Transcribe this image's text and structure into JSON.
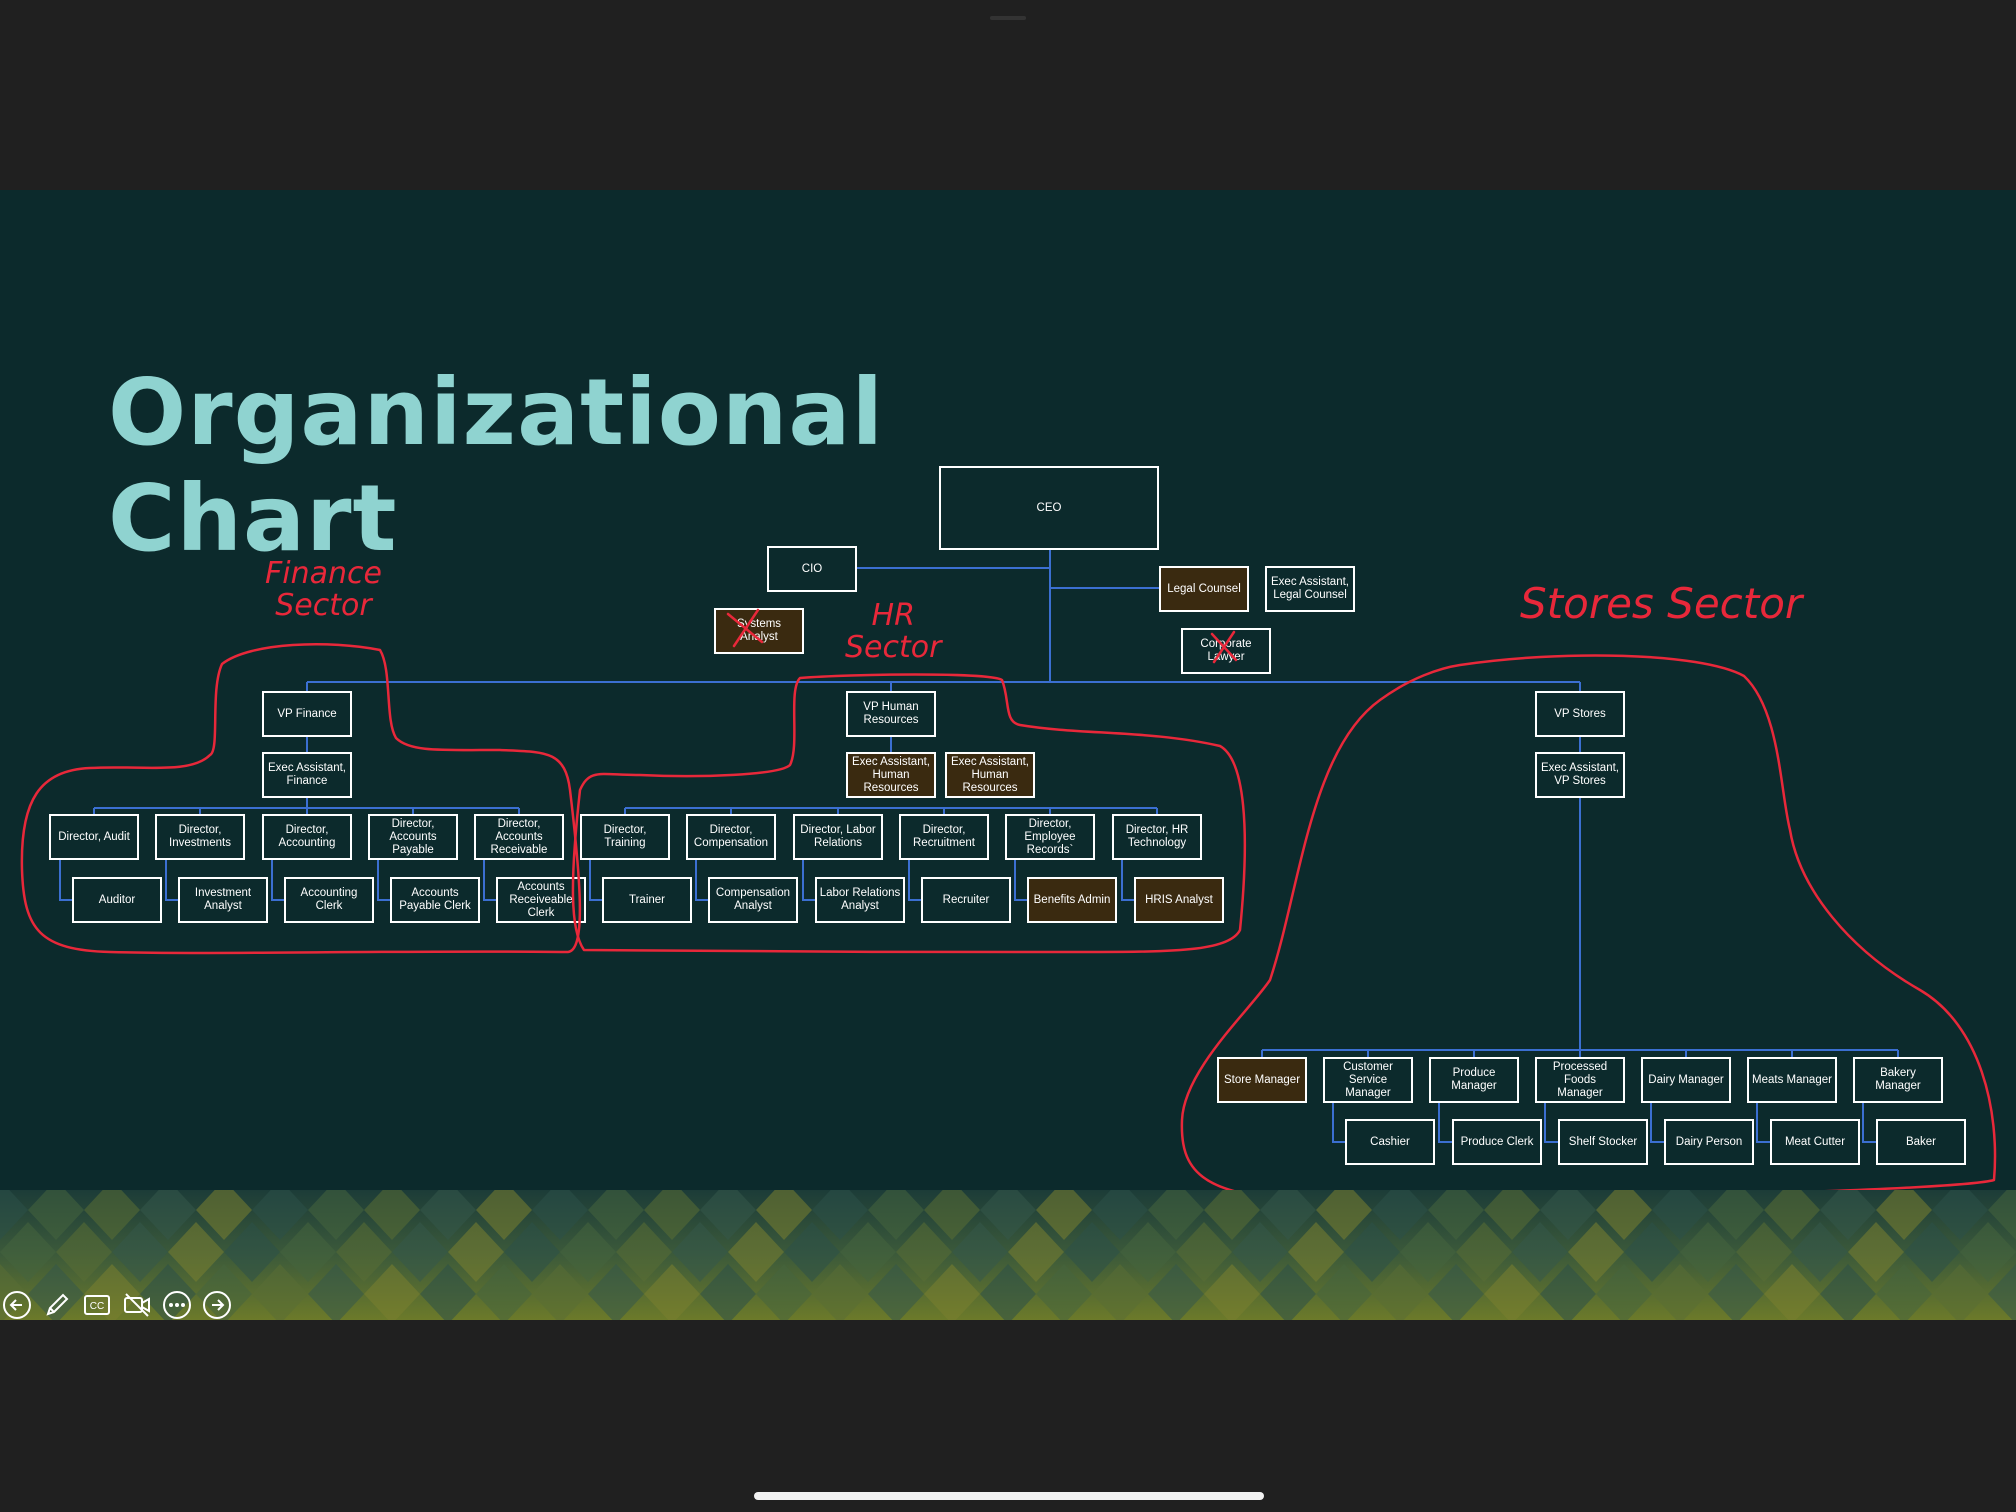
{
  "slide": {
    "title_line1": "Organizational",
    "title_line2": "Chart"
  },
  "annotations": {
    "finance": "Finance\nSector",
    "hr": "HR\nSector",
    "stores": "Stores Sector"
  },
  "nodes": {
    "ceo": "CEO",
    "cio": "CIO",
    "systems_analyst": "Systems Analyst",
    "legal_counsel": "Legal Counsel",
    "exec_legal": "Exec Assistant,\nLegal Counsel",
    "corporate_lawyer": "Corporate\nLawyer",
    "vp_finance": "VP Finance",
    "exec_finance": "Exec Assistant,\nFinance",
    "dir_audit": "Director, Audit",
    "dir_investments": "Director,\nInvestments",
    "dir_accounting": "Director,\nAccounting",
    "dir_ap": "Director,\nAccounts\nPayable",
    "dir_ar": "Director,\nAccounts\nReceivable",
    "auditor": "Auditor",
    "investment_analyst": "Investment\nAnalyst",
    "accounting_clerk": "Accounting Clerk",
    "ap_clerk": "Accounts\nPayable Clerk",
    "ar_clerk": "Accounts\nReceiveable\nClerk",
    "vp_hr": "VP Human\nResources",
    "exec_hr_1": "Exec Assistant,\nHuman\nResources",
    "exec_hr_2": "Exec Assistant,\nHuman\nResources",
    "dir_training": "Director,\nTraining",
    "dir_compensation": "Director,\nCompensation",
    "dir_labor": "Director, Labor\nRelations",
    "dir_recruitment": "Director,\nRecruitment",
    "dir_employee_records": "Director,\nEmployee\nRecords`",
    "dir_hr_tech": "Director, HR\nTechnology",
    "trainer": "Trainer",
    "comp_analyst": "Compensation\nAnalyst",
    "labor_analyst": "Labor Relations\nAnalyst",
    "recruiter": "Recruiter",
    "benefits_admin": "Benefits Admin",
    "hris_analyst": "HRIS Analyst",
    "vp_stores": "VP Stores",
    "exec_stores": "Exec Assistant,\nVP Stores",
    "store_manager": "Store Manager",
    "customer_service_manager": "Customer\nService Manager",
    "produce_manager": "Produce\nManager",
    "processed_foods_manager": "Processed Foods\nManager",
    "dairy_manager": "Dairy Manager",
    "meats_manager": "Meats Manager",
    "bakery_manager": "Bakery Manager",
    "cashier": "Cashier",
    "produce_clerk": "Produce Clerk",
    "shelf_stocker": "Shelf Stocker",
    "dairy_person": "Dairy Person",
    "meat_cutter": "Meat Cutter",
    "baker": "Baker"
  },
  "colors": {
    "slide_bg": "#0c2a2c",
    "title": "#8fd3d0",
    "connector": "#3b6fd1",
    "highlight_box": "#3a2a10",
    "annotation": "#e8283a"
  },
  "controls": [
    "back-icon",
    "pen-icon",
    "captions-icon",
    "camera-off-icon",
    "more-icon",
    "forward-icon"
  ]
}
